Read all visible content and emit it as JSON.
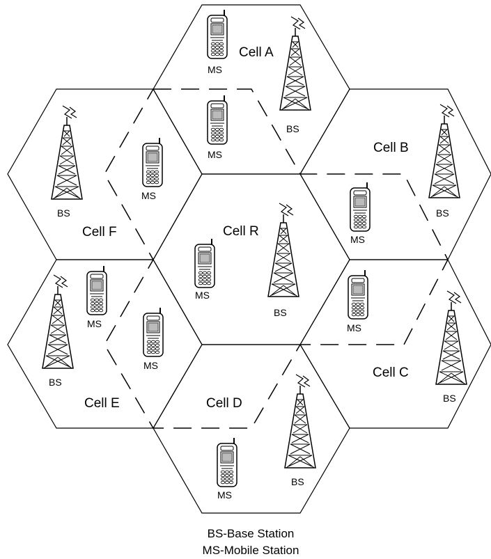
{
  "cells": [
    {
      "id": "A",
      "label": "Cell A"
    },
    {
      "id": "B",
      "label": "Cell B"
    },
    {
      "id": "C",
      "label": "Cell C"
    },
    {
      "id": "D",
      "label": "Cell D"
    },
    {
      "id": "E",
      "label": "Cell E"
    },
    {
      "id": "F",
      "label": "Cell F"
    },
    {
      "id": "R",
      "label": "Cell R"
    }
  ],
  "base_station_label": "BS",
  "mobile_station_label": "MS",
  "legend": {
    "line1": "BS-Base Station",
    "line2": "MS-Mobile Station"
  },
  "colors": {
    "line": "#000000",
    "background": "#ffffff"
  }
}
